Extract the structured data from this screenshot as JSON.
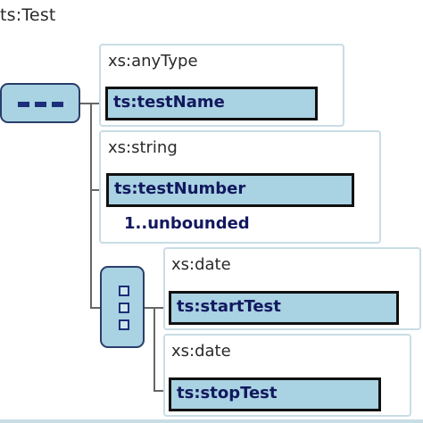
{
  "diagram": {
    "title": "ts:Test",
    "items": [
      {
        "type_label": "xs:anyType",
        "element_label": "ts:testName"
      },
      {
        "type_label": "xs:string",
        "element_label": "ts:testNumber",
        "cardinality": "1..unbounded"
      },
      {
        "type_label": "xs:date",
        "element_label": "ts:startTest"
      },
      {
        "type_label": "xs:date",
        "element_label": "ts:stopTest"
      }
    ],
    "colors": {
      "element_fill": "#a9d2e2",
      "element_text": "#12185e",
      "frame_border": "#c9dde5",
      "connector": "#666666"
    }
  }
}
